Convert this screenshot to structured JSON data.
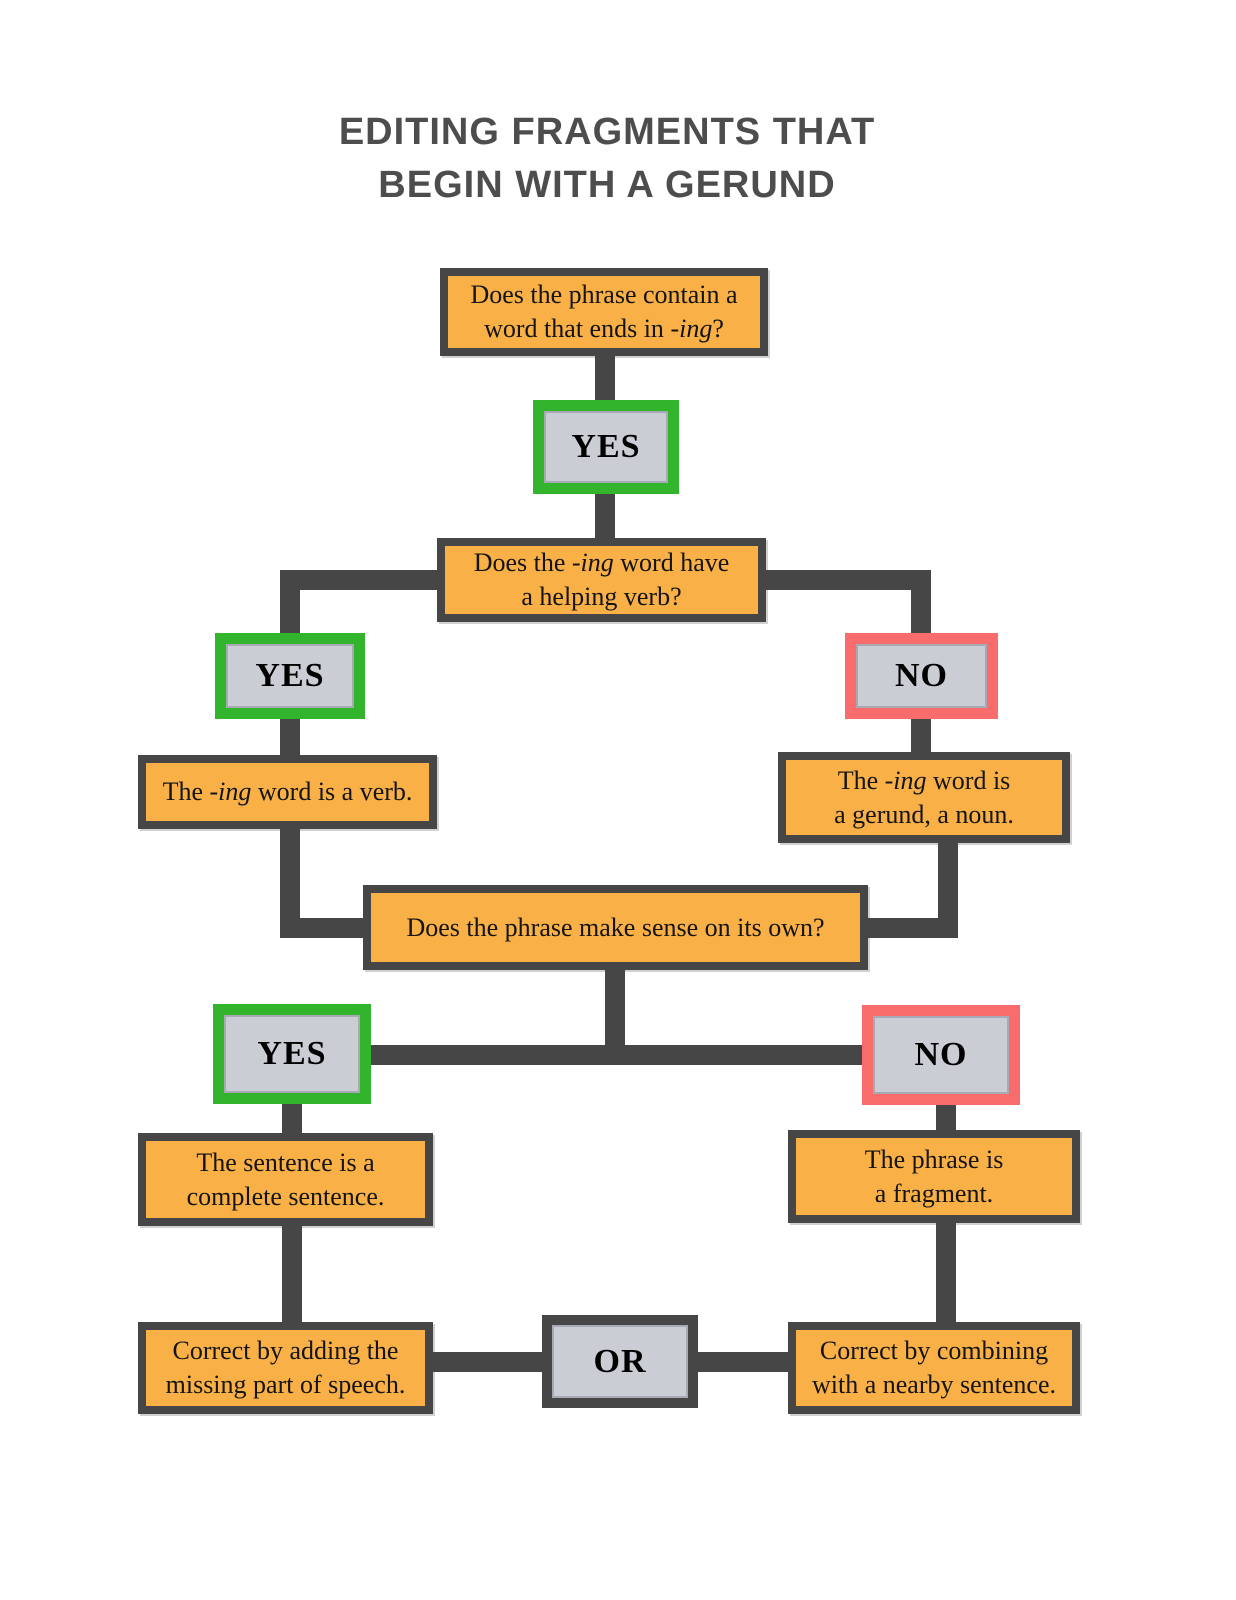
{
  "title": {
    "line1": "EDITING FRAGMENTS THAT",
    "line2": "BEGIN WITH A GERUND"
  },
  "colors": {
    "bg": "#ffffff",
    "dark": "#464646",
    "orange": "#f9b046",
    "green": "#32b42d",
    "red": "#f96c6c",
    "gray": "#cbcdd5",
    "title_gray": "#4d4d4d",
    "text": "#141414"
  },
  "nodes": {
    "q_ing": {
      "lines": [
        [
          {
            "t": "Does the phrase contain a"
          }
        ],
        [
          {
            "t": "word that ends in "
          },
          {
            "t": "-ing",
            "i": true
          },
          {
            "t": "?"
          }
        ]
      ]
    },
    "yes1": {
      "label": "YES"
    },
    "q_helping": {
      "lines": [
        [
          {
            "t": "Does the "
          },
          {
            "t": "-ing",
            "i": true
          },
          {
            "t": " word have"
          }
        ],
        [
          {
            "t": "a helping verb?"
          }
        ]
      ]
    },
    "yes2": {
      "label": "YES"
    },
    "no1": {
      "label": "NO"
    },
    "verb": {
      "lines": [
        [
          {
            "t": "The "
          },
          {
            "t": "-ing",
            "i": true
          },
          {
            "t": " word is a verb."
          }
        ]
      ]
    },
    "gerund": {
      "lines": [
        [
          {
            "t": "The "
          },
          {
            "t": "-ing",
            "i": true
          },
          {
            "t": " word is"
          }
        ],
        [
          {
            "t": "a gerund, a noun."
          }
        ]
      ]
    },
    "q_sense": {
      "lines": [
        [
          {
            "t": "Does the phrase make sense on its own?"
          }
        ]
      ]
    },
    "yes3": {
      "label": "YES"
    },
    "no2": {
      "label": "NO"
    },
    "complete": {
      "lines": [
        [
          {
            "t": "The sentence is a"
          }
        ],
        [
          {
            "t": "complete sentence."
          }
        ]
      ]
    },
    "fragment": {
      "lines": [
        [
          {
            "t": "The phrase is"
          }
        ],
        [
          {
            "t": "a fragment."
          }
        ]
      ]
    },
    "add": {
      "lines": [
        [
          {
            "t": "Correct by adding the"
          }
        ],
        [
          {
            "t": "missing part of speech."
          }
        ]
      ]
    },
    "or": {
      "label": "OR"
    },
    "combine": {
      "lines": [
        [
          {
            "t": "Correct by combining"
          }
        ],
        [
          {
            "t": "with a nearby sentence."
          }
        ]
      ]
    }
  }
}
